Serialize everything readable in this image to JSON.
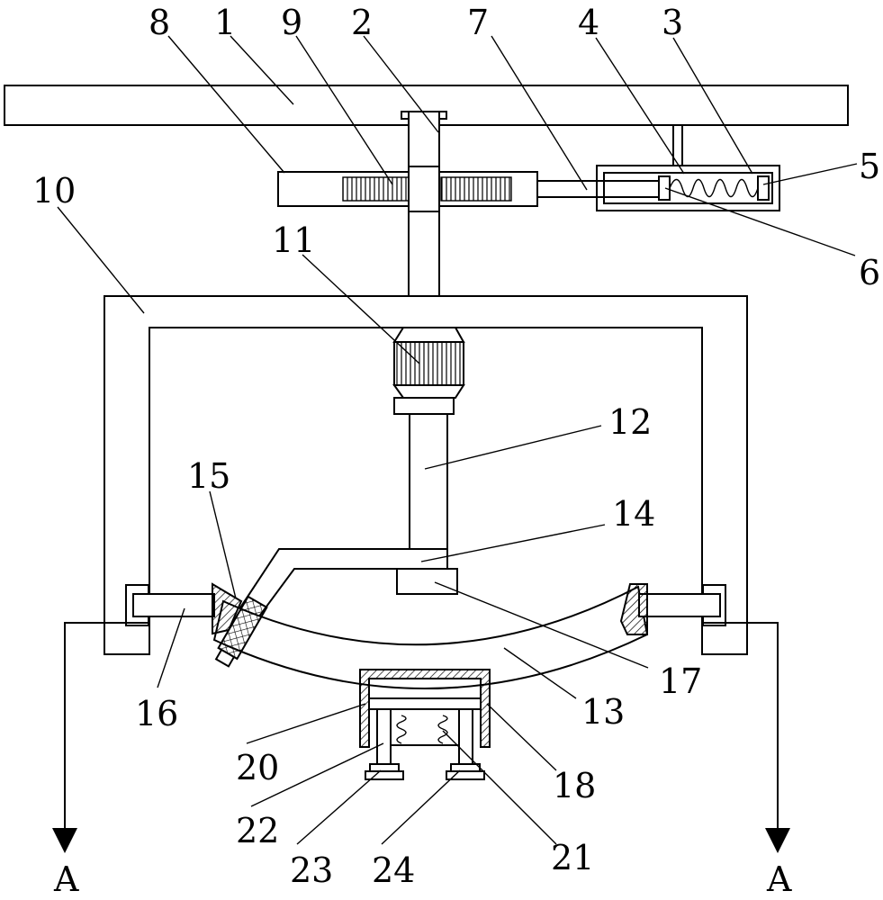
{
  "labels": {
    "n1": "1",
    "n2": "2",
    "n3": "3",
    "n4": "4",
    "n5": "5",
    "n6": "6",
    "n7": "7",
    "n8": "8",
    "n9": "9",
    "n10": "10",
    "n11": "11",
    "n12": "12",
    "n13": "13",
    "n14": "14",
    "n15": "15",
    "n16": "16",
    "n17": "17",
    "n18": "18",
    "n20": "20",
    "n21": "21",
    "n22": "22",
    "n23": "23",
    "n24": "24"
  },
  "section": {
    "left": "A",
    "right": "A"
  }
}
